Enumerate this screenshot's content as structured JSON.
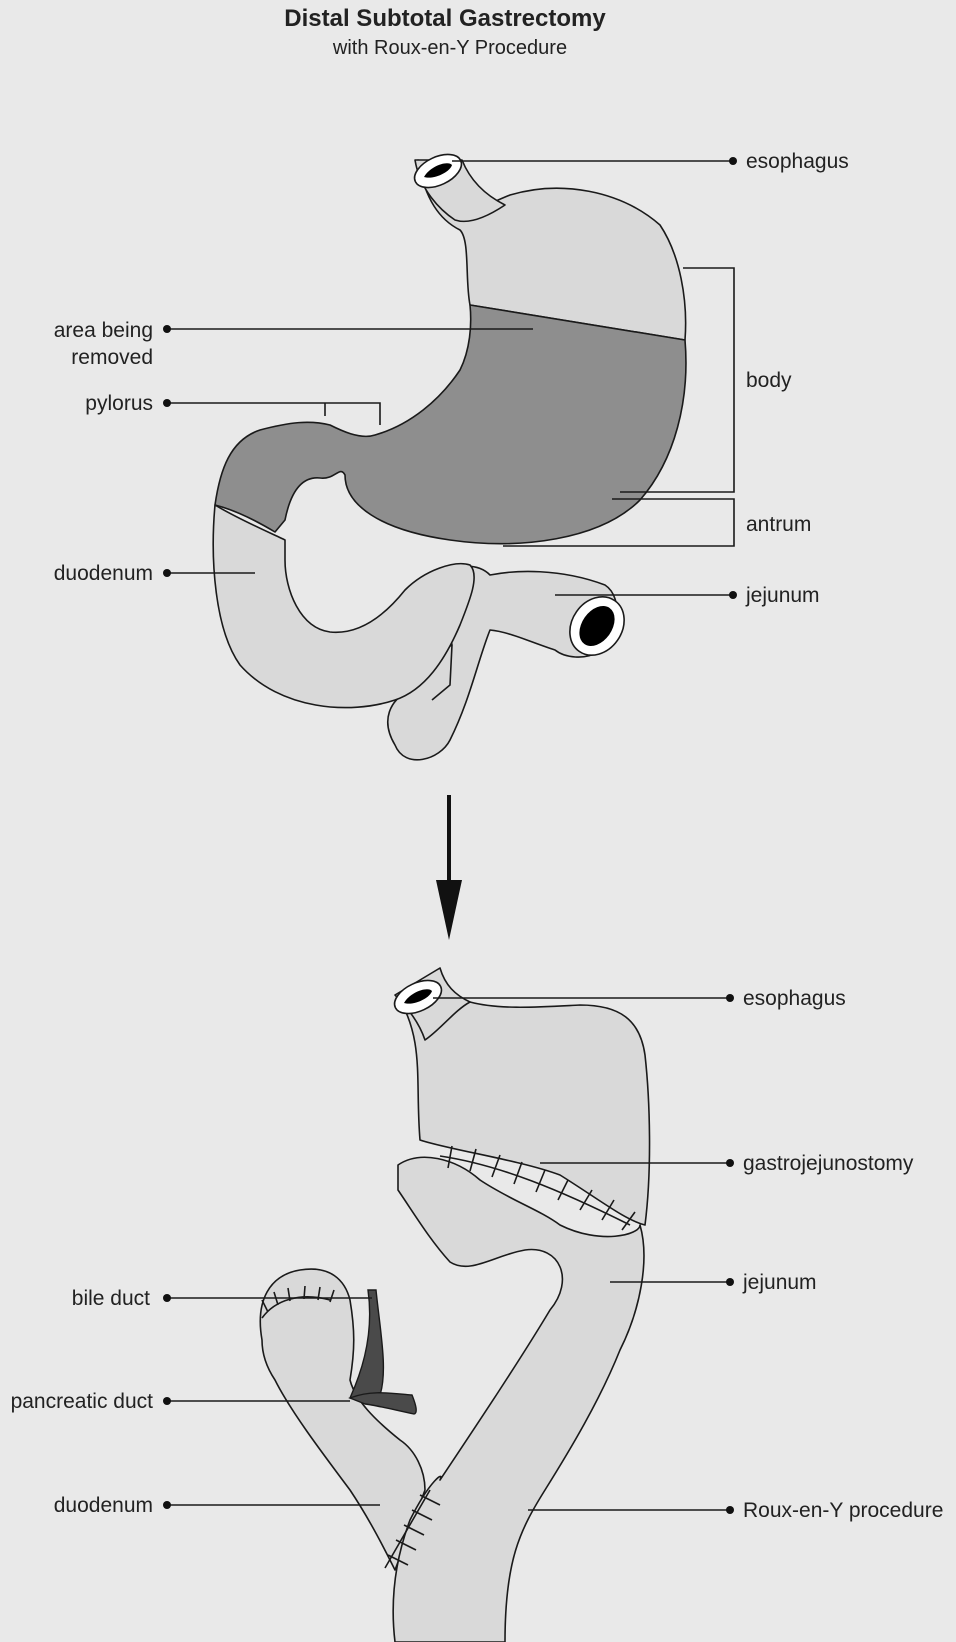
{
  "title": "Distal Subtotal Gastrectomy",
  "subtitle": "with Roux-en-Y Procedure",
  "before": {
    "labels": {
      "esophagus": "esophagus",
      "area_removed_1": "area being",
      "area_removed_2": "removed",
      "pylorus": "pylorus",
      "body": "body",
      "antrum": "antrum",
      "duodenum": "duodenum",
      "jejunum": "jejunum"
    }
  },
  "after": {
    "labels": {
      "esophagus": "esophagus",
      "gastrojejunostomy": "gastrojejunostomy",
      "jejunum": "jejunum",
      "bile_duct": "bile duct",
      "pancreatic_duct": "pancreatic duct",
      "duodenum": "duodenum",
      "roux_en_y": "Roux-en-Y procedure"
    }
  },
  "colors": {
    "background": "#e9e9e9",
    "tissue": "#d9d9d9",
    "removed_area": "#8e8e8e",
    "duct": "#4a4a4a",
    "outline": "#1a1a1a"
  }
}
